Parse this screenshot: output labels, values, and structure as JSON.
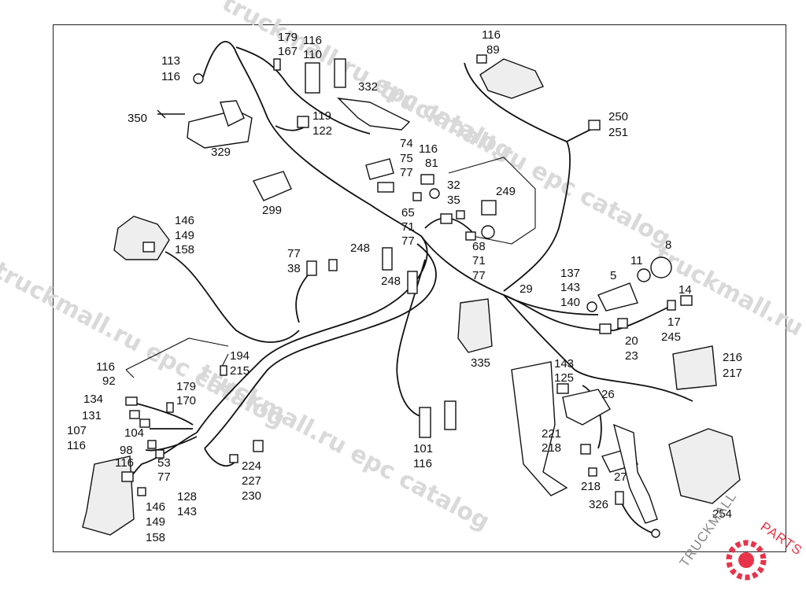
{
  "watermarks": [
    "truckmall.ru epc catalog",
    "truckmall.ru epc catalog",
    "truckmall.ru epc catalog",
    "truckmall.ru epc catalog",
    "truckmall.ru"
  ],
  "logo": {
    "text_left": "TRUCKMALL",
    "text_right": "PARTS",
    "color_main": "#888888",
    "color_accent": "#e8334a"
  },
  "labels": [
    "179",
    "167",
    "116",
    "110",
    "113",
    "116",
    "332",
    "350",
    "329",
    "119",
    "122",
    "116",
    "89",
    "250",
    "251",
    "74",
    "75",
    "77",
    "116",
    "81",
    "32",
    "35",
    "249",
    "299",
    "65",
    "71",
    "77",
    "146",
    "149",
    "158",
    "248",
    "68",
    "71",
    "77",
    "8",
    "11",
    "5",
    "137",
    "143",
    "140",
    "29",
    "14",
    "17",
    "245",
    "20",
    "23",
    "77",
    "38",
    "248",
    "194",
    "215",
    "116",
    "92",
    "134",
    "131",
    "107",
    "116",
    "104",
    "98",
    "116",
    "53",
    "77",
    "179",
    "170",
    "335",
    "143",
    "125",
    "26",
    "216",
    "217",
    "221",
    "218",
    "218",
    "27",
    "326",
    "254",
    "101",
    "116",
    "224",
    "227",
    "230",
    "128",
    "143",
    "146",
    "149",
    "158"
  ]
}
